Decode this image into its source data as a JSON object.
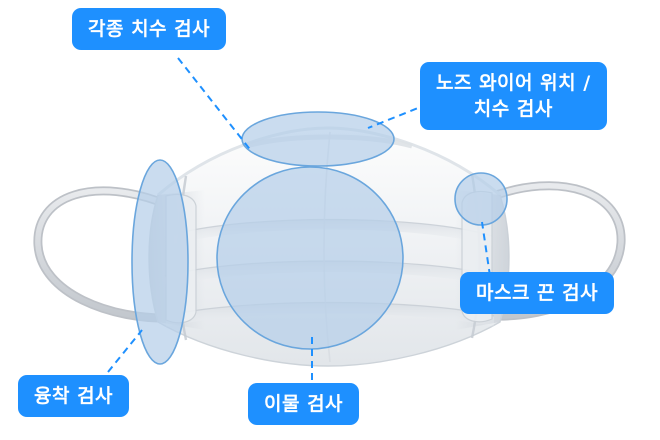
{
  "diagram": {
    "title": "Mask inspection points diagram",
    "accent_color": "#1e90ff",
    "highlight_fill": "#b9d2ec",
    "labels": [
      {
        "id": "various-dimension-inspection",
        "text": "각종 치수 검사"
      },
      {
        "id": "nose-wire-position-inspection",
        "text": "노즈 와이어 위치 /\n치수 검사"
      },
      {
        "id": "mask-strap-inspection",
        "text": "마스크 끈 검사"
      },
      {
        "id": "weld-inspection",
        "text": "융착 검사"
      },
      {
        "id": "foreign-matter-inspection",
        "text": "이물 검사"
      }
    ]
  }
}
